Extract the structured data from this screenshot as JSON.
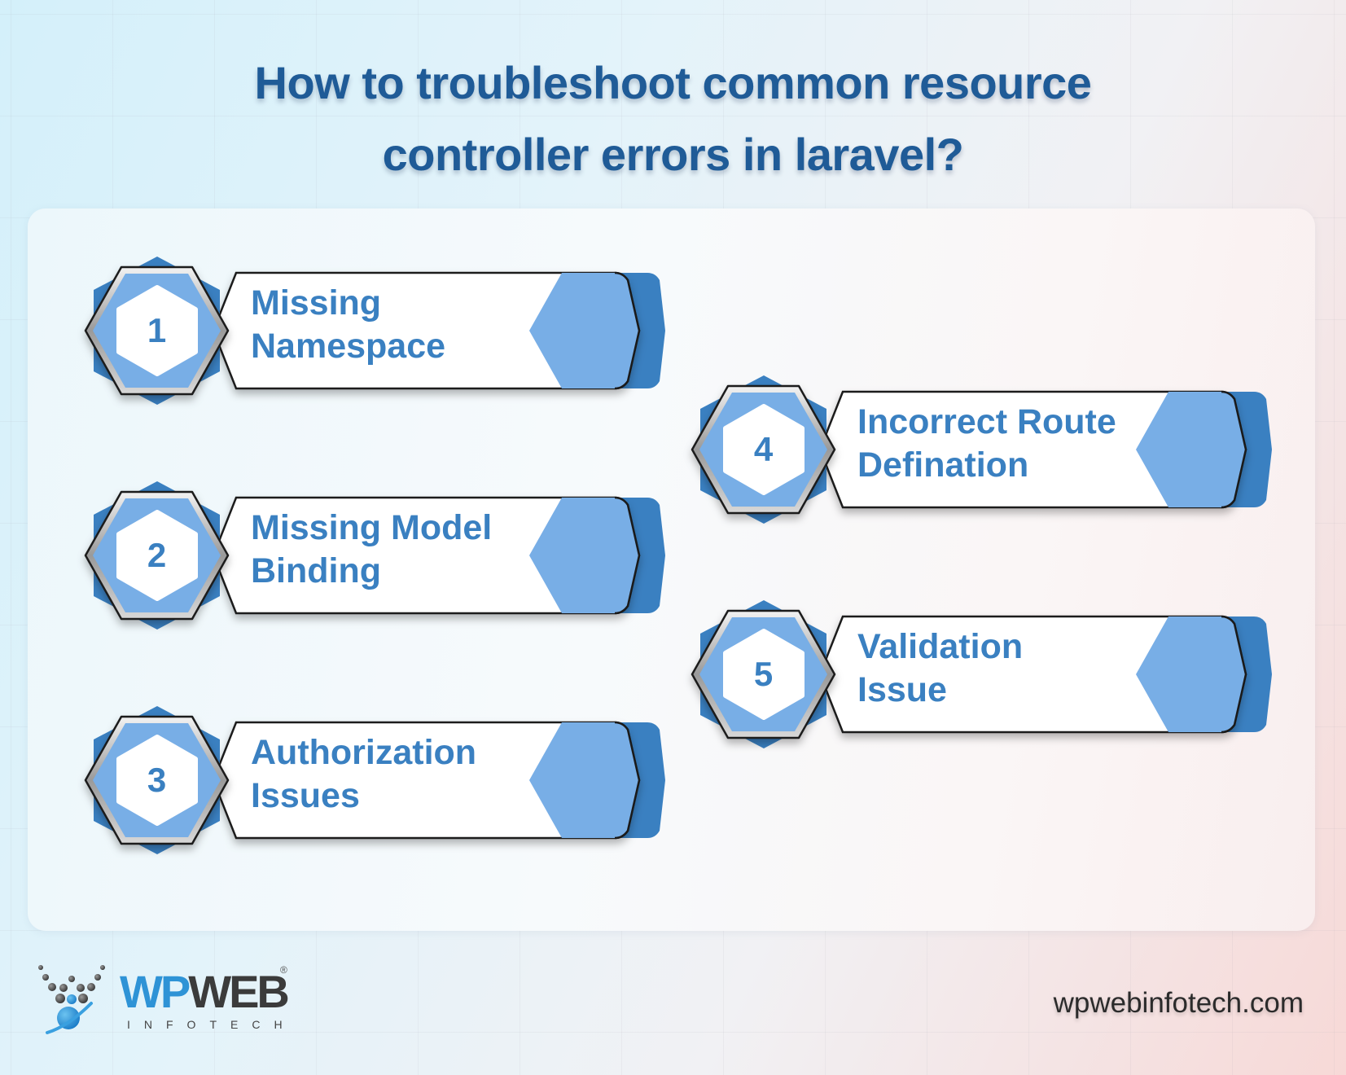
{
  "title": {
    "line1": "How to troubleshoot common resource",
    "line2": "controller errors in laravel?"
  },
  "colors": {
    "title": "#1f5b97",
    "accent_dark": "#3a80c1",
    "accent_light": "#78aee6",
    "text": "#3a80c1"
  },
  "items": [
    {
      "number": "1",
      "label": "Missing\nNamespace"
    },
    {
      "number": "2",
      "label": "Missing Model\nBinding"
    },
    {
      "number": "3",
      "label": "Authorization\nIssues"
    },
    {
      "number": "4",
      "label": "Incorrect Route\nDefination"
    },
    {
      "number": "5",
      "label": "Validation\nIssue"
    }
  ],
  "footer": {
    "logo": {
      "brand_part1": "WP",
      "brand_part2": "WEB",
      "registered": "®",
      "subtitle": "INFOTECH",
      "icon": "wpweb-dots-globe-icon"
    },
    "website": "wpwebinfotech.com"
  }
}
